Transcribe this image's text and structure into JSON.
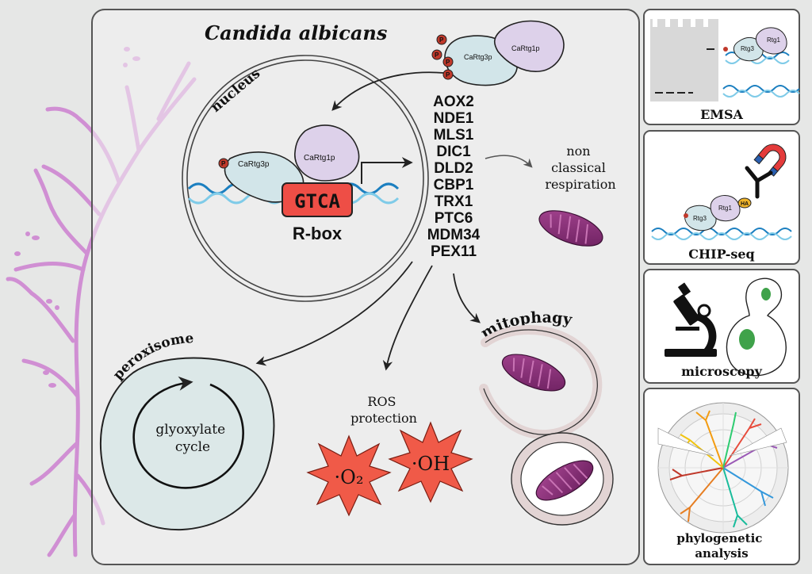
{
  "main": {
    "organism": "Candida albicans",
    "nucleus_label": "nucleus",
    "protein_rtg3": "CaRtg3p",
    "protein_rtg1": "CaRtg1p",
    "phospho": "P",
    "motif": "GTCA",
    "motif_label": "R-box",
    "genes": [
      "AOX2",
      "NDE1",
      "MLS1",
      "DIC1",
      "DLD2",
      "CBP1",
      "TRX1",
      "PTC6",
      "MDM34",
      "PEX11"
    ],
    "respiration_label": [
      "non",
      "classical",
      "respiration"
    ],
    "mitophagy_label": "mitophagy",
    "peroxisome_label": "peroxisome",
    "glyoxylate_label": [
      "glyoxylate",
      "cycle"
    ],
    "ros_label": [
      "ROS",
      "protection"
    ],
    "ros_species": [
      "·O₂",
      "·OH"
    ]
  },
  "side": {
    "emsa": {
      "title": "EMSA",
      "rtg3": "Rtg3",
      "rtg1": "Rtg1"
    },
    "chip": {
      "title": "CHIP-seq",
      "rtg3": "Rtg3",
      "rtg1": "Rtg1",
      "tag": "HA"
    },
    "microscopy": {
      "title": "microscopy"
    },
    "phylo": {
      "title_line1": "phylogenetic",
      "title_line2": "analysis"
    }
  },
  "colors": {
    "background": "#e6e7e6",
    "panel": "#ffffff",
    "hypha": "#d08fd3",
    "rtg3": "#d2e5e9",
    "rtg1": "#ddd1ea",
    "dna_dark": "#1b7fc0",
    "dna_light": "#7fcbe8",
    "gtca_box": "#ee4e46",
    "ros_star": "#f05a48",
    "mito": "#8e2f7a",
    "peroxisome": "#dce8e8"
  }
}
